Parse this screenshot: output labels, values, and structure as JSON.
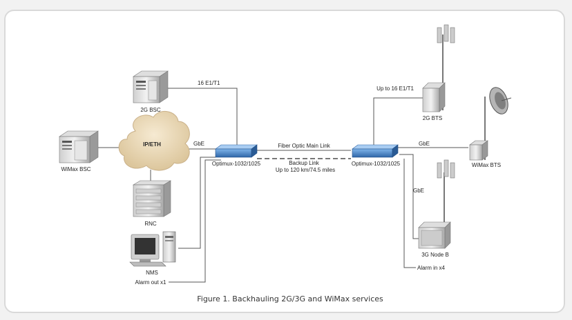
{
  "caption": "Figure 1.  Backhauling 2G/3G and WiMax services",
  "labels": {
    "bsc2g": "2G BSC",
    "e1_left": "16 E1/T1",
    "ip_eth": "IP/ETH",
    "gbe_left": "GbE",
    "wimax_bsc": "WiMax BSC",
    "rnc": "RNC",
    "nms": "NMS",
    "alarm_out": "Alarm out x1",
    "optimux_left": "Optimux-1032/1025",
    "optimux_right": "Optimux-1032/1025",
    "fiber_main": "Fiber Optic Main Link",
    "backup_link": "Backup Link",
    "range": "Up to 120 km/74.5 miles",
    "e1_right": "Up to 16 E1/T1",
    "bts2g": "2G BTS",
    "gbe_right": "GbE",
    "wimax_bts": "WiMax BTS",
    "gbe_node": "GbE",
    "node_b": "3G Node B",
    "alarm_in": "Alarm in x4"
  },
  "colors": {
    "optimux": "#3f7fc4",
    "cloud": "#ead9b8"
  }
}
